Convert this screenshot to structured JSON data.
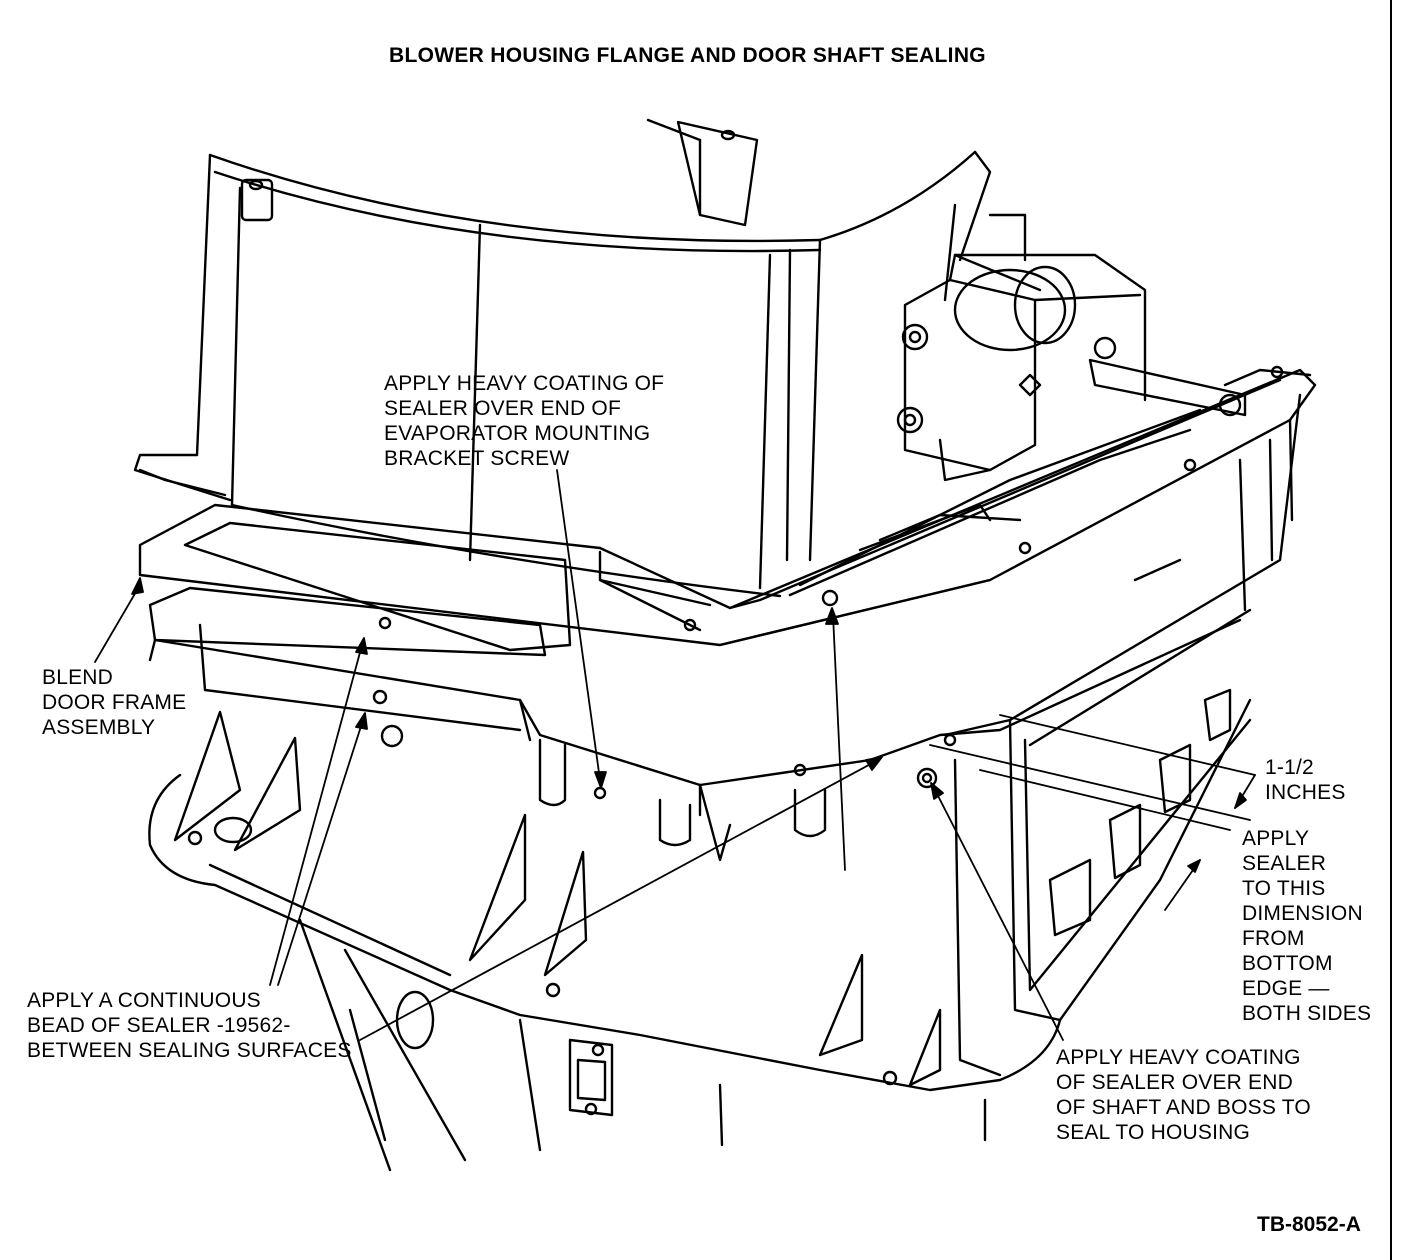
{
  "title": "BLOWER HOUSING FLANGE AND DOOR SHAFT SEALING",
  "figure_id": "TB-8052-A",
  "callouts": {
    "evaporator_screw": [
      "APPLY HEAVY COATING OF",
      "SEALER OVER END OF",
      "EVAPORATOR MOUNTING",
      "BRACKET SCREW"
    ],
    "blend_door": [
      "BLEND",
      "DOOR FRAME",
      "ASSEMBLY"
    ],
    "continuous_bead": [
      "APPLY A CONTINUOUS",
      "BEAD OF SEALER -19562-",
      "BETWEEN SEALING SURFACES"
    ],
    "dimension": [
      "1-1/2",
      "INCHES"
    ],
    "apply_dimension": [
      "APPLY",
      "SEALER",
      "TO THIS",
      "DIMENSION",
      "FROM",
      "BOTTOM",
      "EDGE —",
      "BOTH SIDES"
    ],
    "shaft_boss": [
      "APPLY HEAVY COATING",
      "OF SEALER OVER END",
      "OF SHAFT AND BOSS TO",
      "SEAL TO HOUSING"
    ]
  },
  "colors": {
    "ink": "#000000",
    "paper": "#ffffff"
  }
}
